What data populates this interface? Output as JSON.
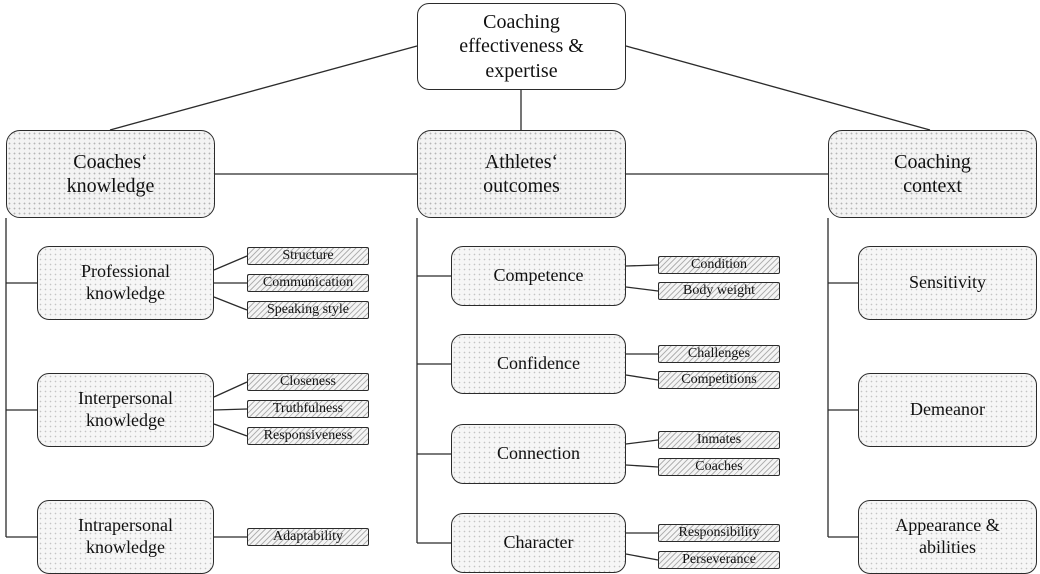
{
  "root": {
    "title": "Coaching effectiveness & expertise"
  },
  "categories": [
    {
      "title": "Coaches‘ knowledge",
      "subs": [
        {
          "title": "Professional knowledge",
          "leaves": [
            "Structure",
            "Communication",
            "Speaking style"
          ]
        },
        {
          "title": "Interpersonal knowledge",
          "leaves": [
            "Closeness",
            "Truthfulness",
            "Responsiveness"
          ]
        },
        {
          "title": "Intrapersonal knowledge",
          "leaves": [
            "Adaptability"
          ]
        }
      ]
    },
    {
      "title": "Athletes‘ outcomes",
      "subs": [
        {
          "title": "Competence",
          "leaves": [
            "Condition",
            "Body weight"
          ]
        },
        {
          "title": "Confidence",
          "leaves": [
            "Challenges",
            "Competitions"
          ]
        },
        {
          "title": "Connection",
          "leaves": [
            "Inmates",
            "Coaches"
          ]
        },
        {
          "title": "Character",
          "leaves": [
            "Responsibility",
            "Perseverance"
          ]
        }
      ]
    },
    {
      "title": "Coaching context",
      "subs": [
        {
          "title": "Sensitivity",
          "leaves": []
        },
        {
          "title": "Demeanor",
          "leaves": []
        },
        {
          "title": "Appearance & abilities",
          "leaves": []
        }
      ]
    }
  ]
}
